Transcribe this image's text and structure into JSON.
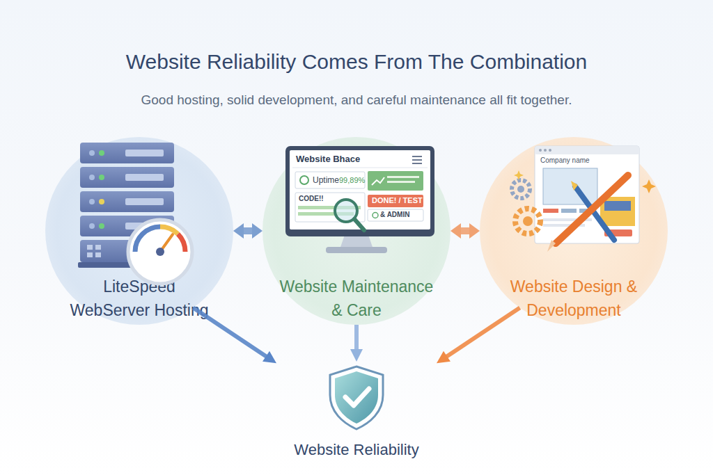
{
  "diagram": {
    "title": "Website Reliability Comes From The Combination",
    "caption": "Good hosting, solid development, and careful maintenance all fit together.",
    "nodes": [
      {
        "text": [
          "LiteSpeed WebServer Hosting"
        ]
      },
      {
        "text": [
          "Website Maintenance & Care"
        ]
      },
      {
        "text": [
          "Website Design & Development"
        ]
      },
      {
        "text": [
          "Website Reliability"
        ]
      }
    ],
    "edges": [
      {
        "from": 0,
        "to": 1,
        "arrow": "both"
      },
      {
        "from": 1,
        "to": 2,
        "arrow": "both"
      },
      {
        "from": 0,
        "to": 3,
        "arrow": "to"
      },
      {
        "from": 1,
        "to": 3,
        "arrow": "to"
      },
      {
        "from": 2,
        "to": 3,
        "arrow": "to"
      }
    ],
    "labels": [
      "Website Bhace",
      "Uptime",
      "99,89%",
      "CODE!!",
      "DONE! / TEST",
      "& ADMIN",
      "Company name"
    ]
  }
}
